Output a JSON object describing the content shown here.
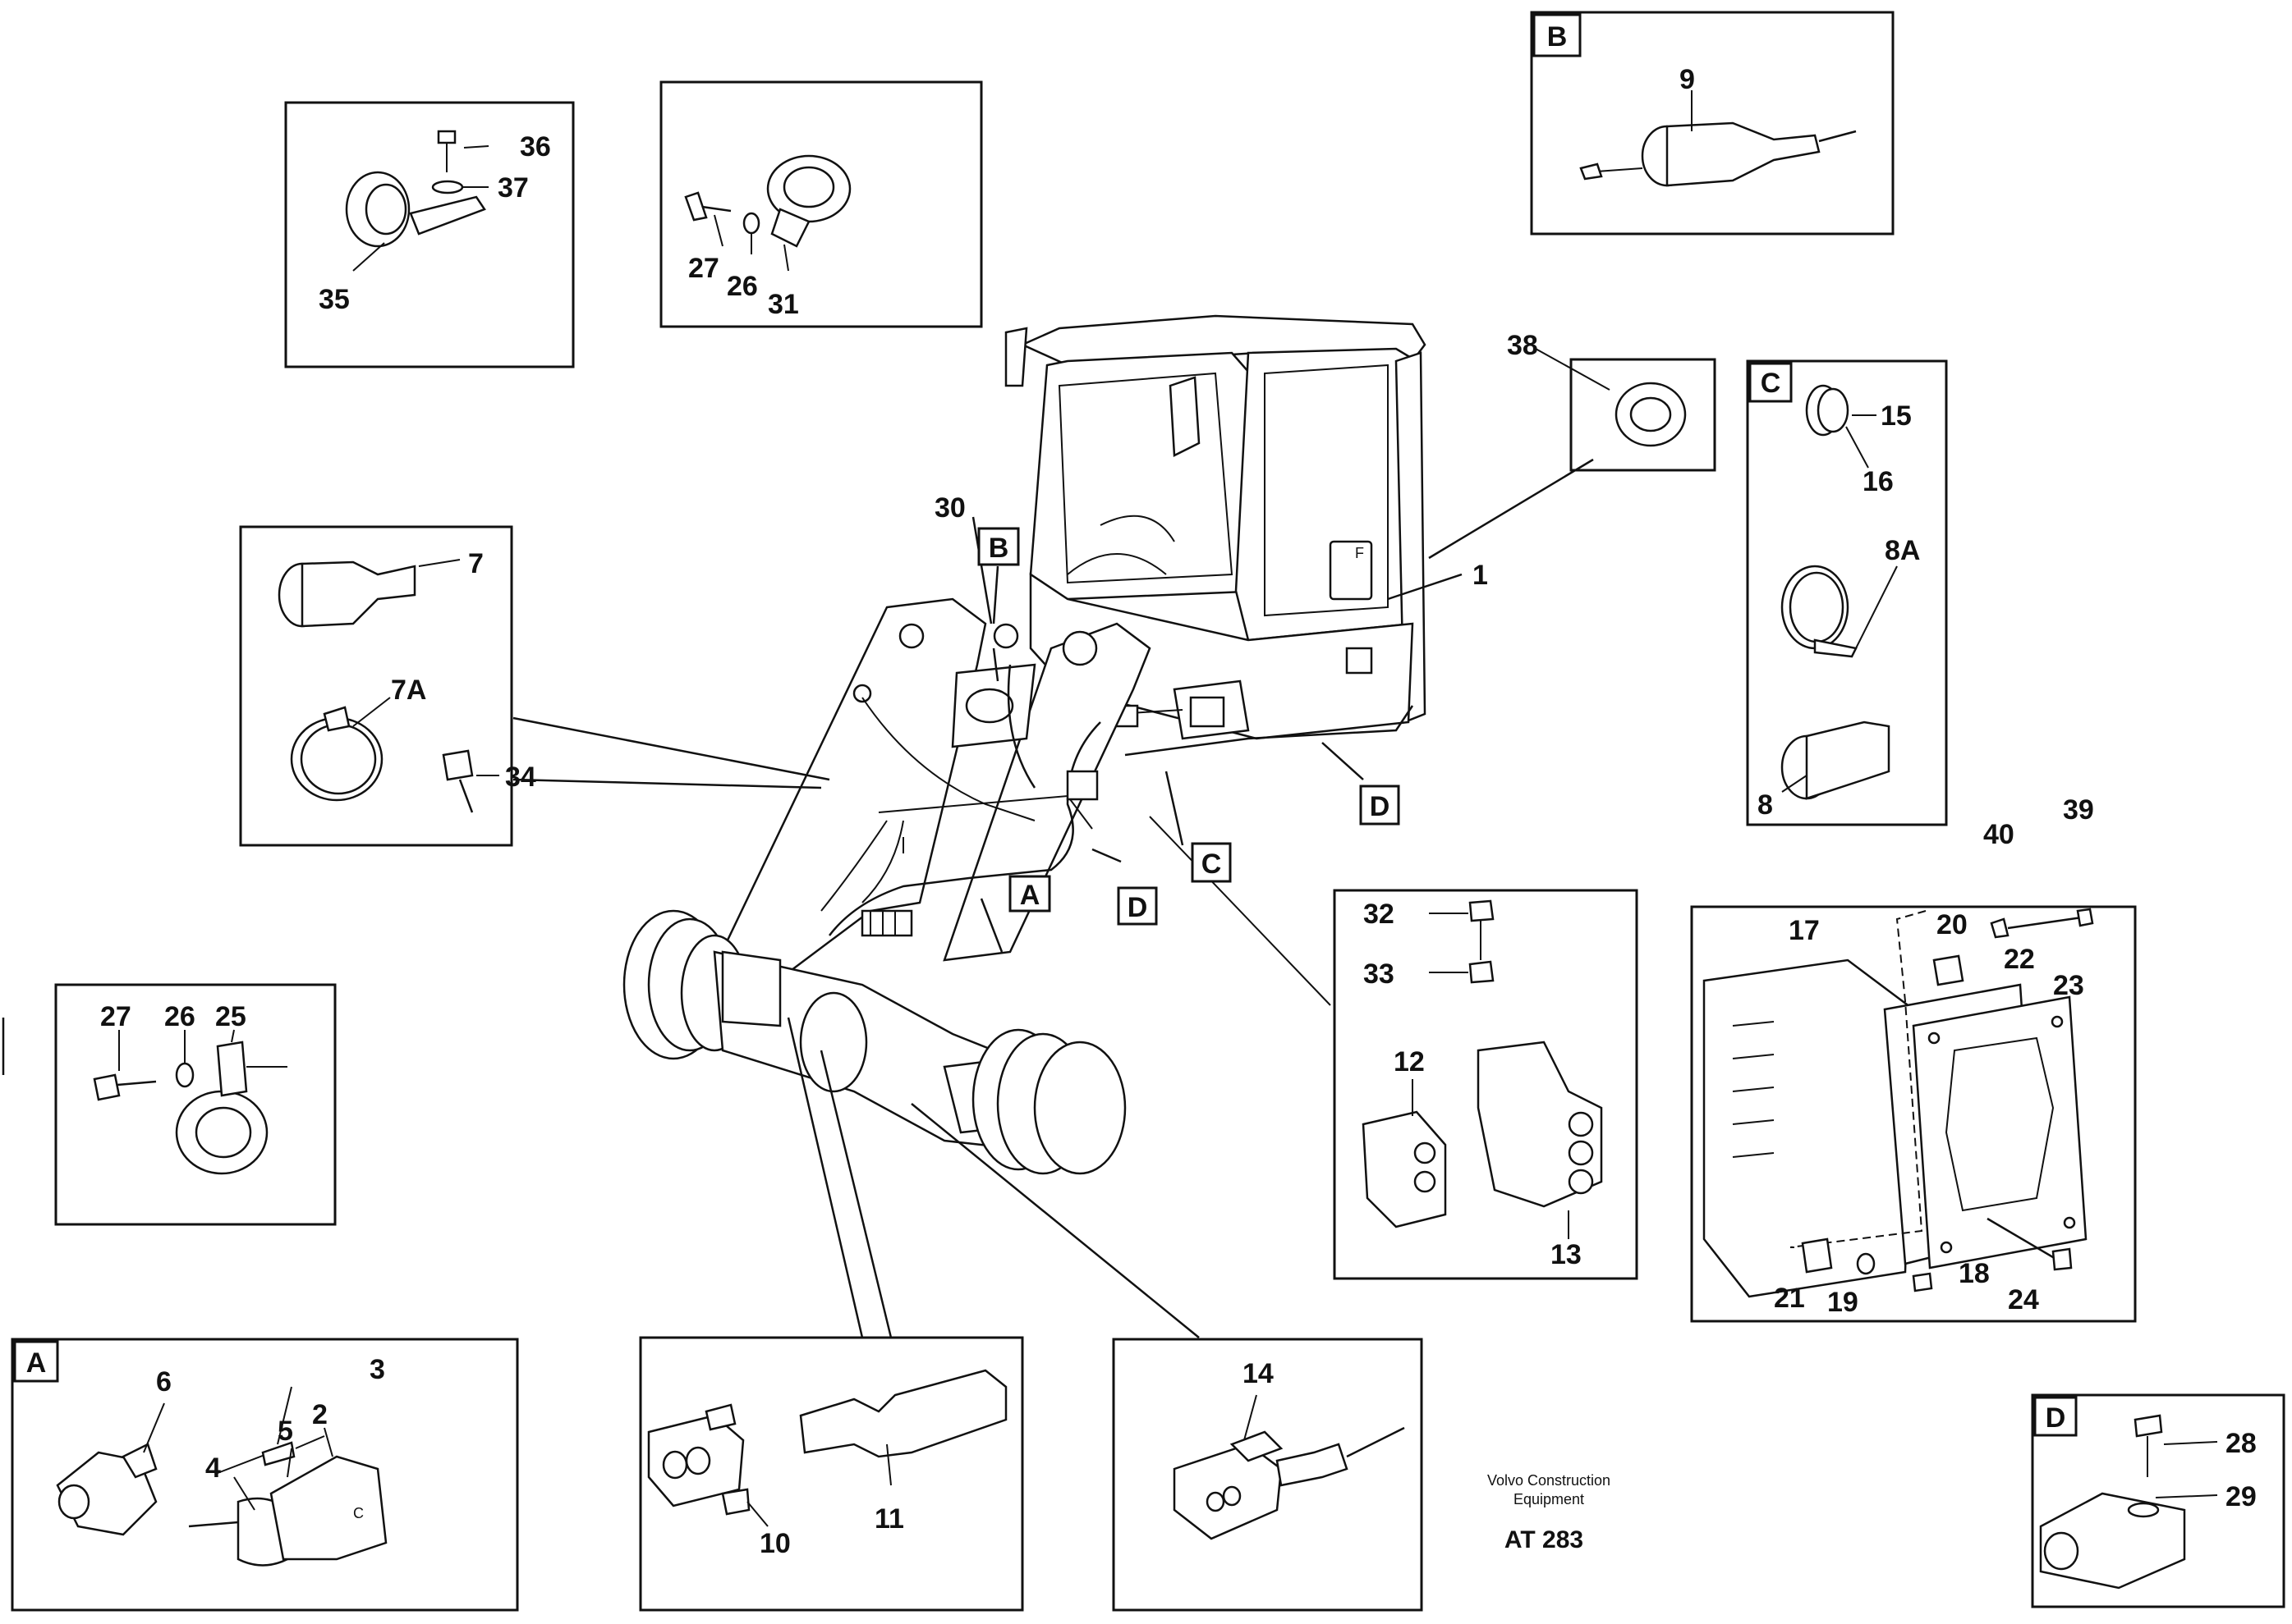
{
  "footer": {
    "company_line1": "Volvo Construction",
    "company_line2": "Equipment",
    "code": "AT 283"
  },
  "detail_tags": {
    "A": "A",
    "B": "B",
    "C": "C",
    "D": "D"
  },
  "callouts": {
    "p1": "1",
    "p2": "2",
    "p3": "3",
    "p4": "4",
    "p5": "5",
    "p6": "6",
    "p7": "7",
    "p7A": "7A",
    "p8": "8",
    "p8A": "8A",
    "p9": "9",
    "p10": "10",
    "p11": "11",
    "p12": "12",
    "p13": "13",
    "p14": "14",
    "p15": "15",
    "p16": "16",
    "p17": "17",
    "p18": "18",
    "p19": "19",
    "p20": "20",
    "p21": "21",
    "p22": "22",
    "p23": "23",
    "p24": "24",
    "p25": "25",
    "p26": "26",
    "p27": "27",
    "p28": "28",
    "p29": "29",
    "p30": "30",
    "p31": "31",
    "p32": "32",
    "p33": "33",
    "p34": "34",
    "p35": "35",
    "p36": "36",
    "p37": "37",
    "p38": "38",
    "p39": "39",
    "p40": "40",
    "pF": "F",
    "pC": "C"
  }
}
